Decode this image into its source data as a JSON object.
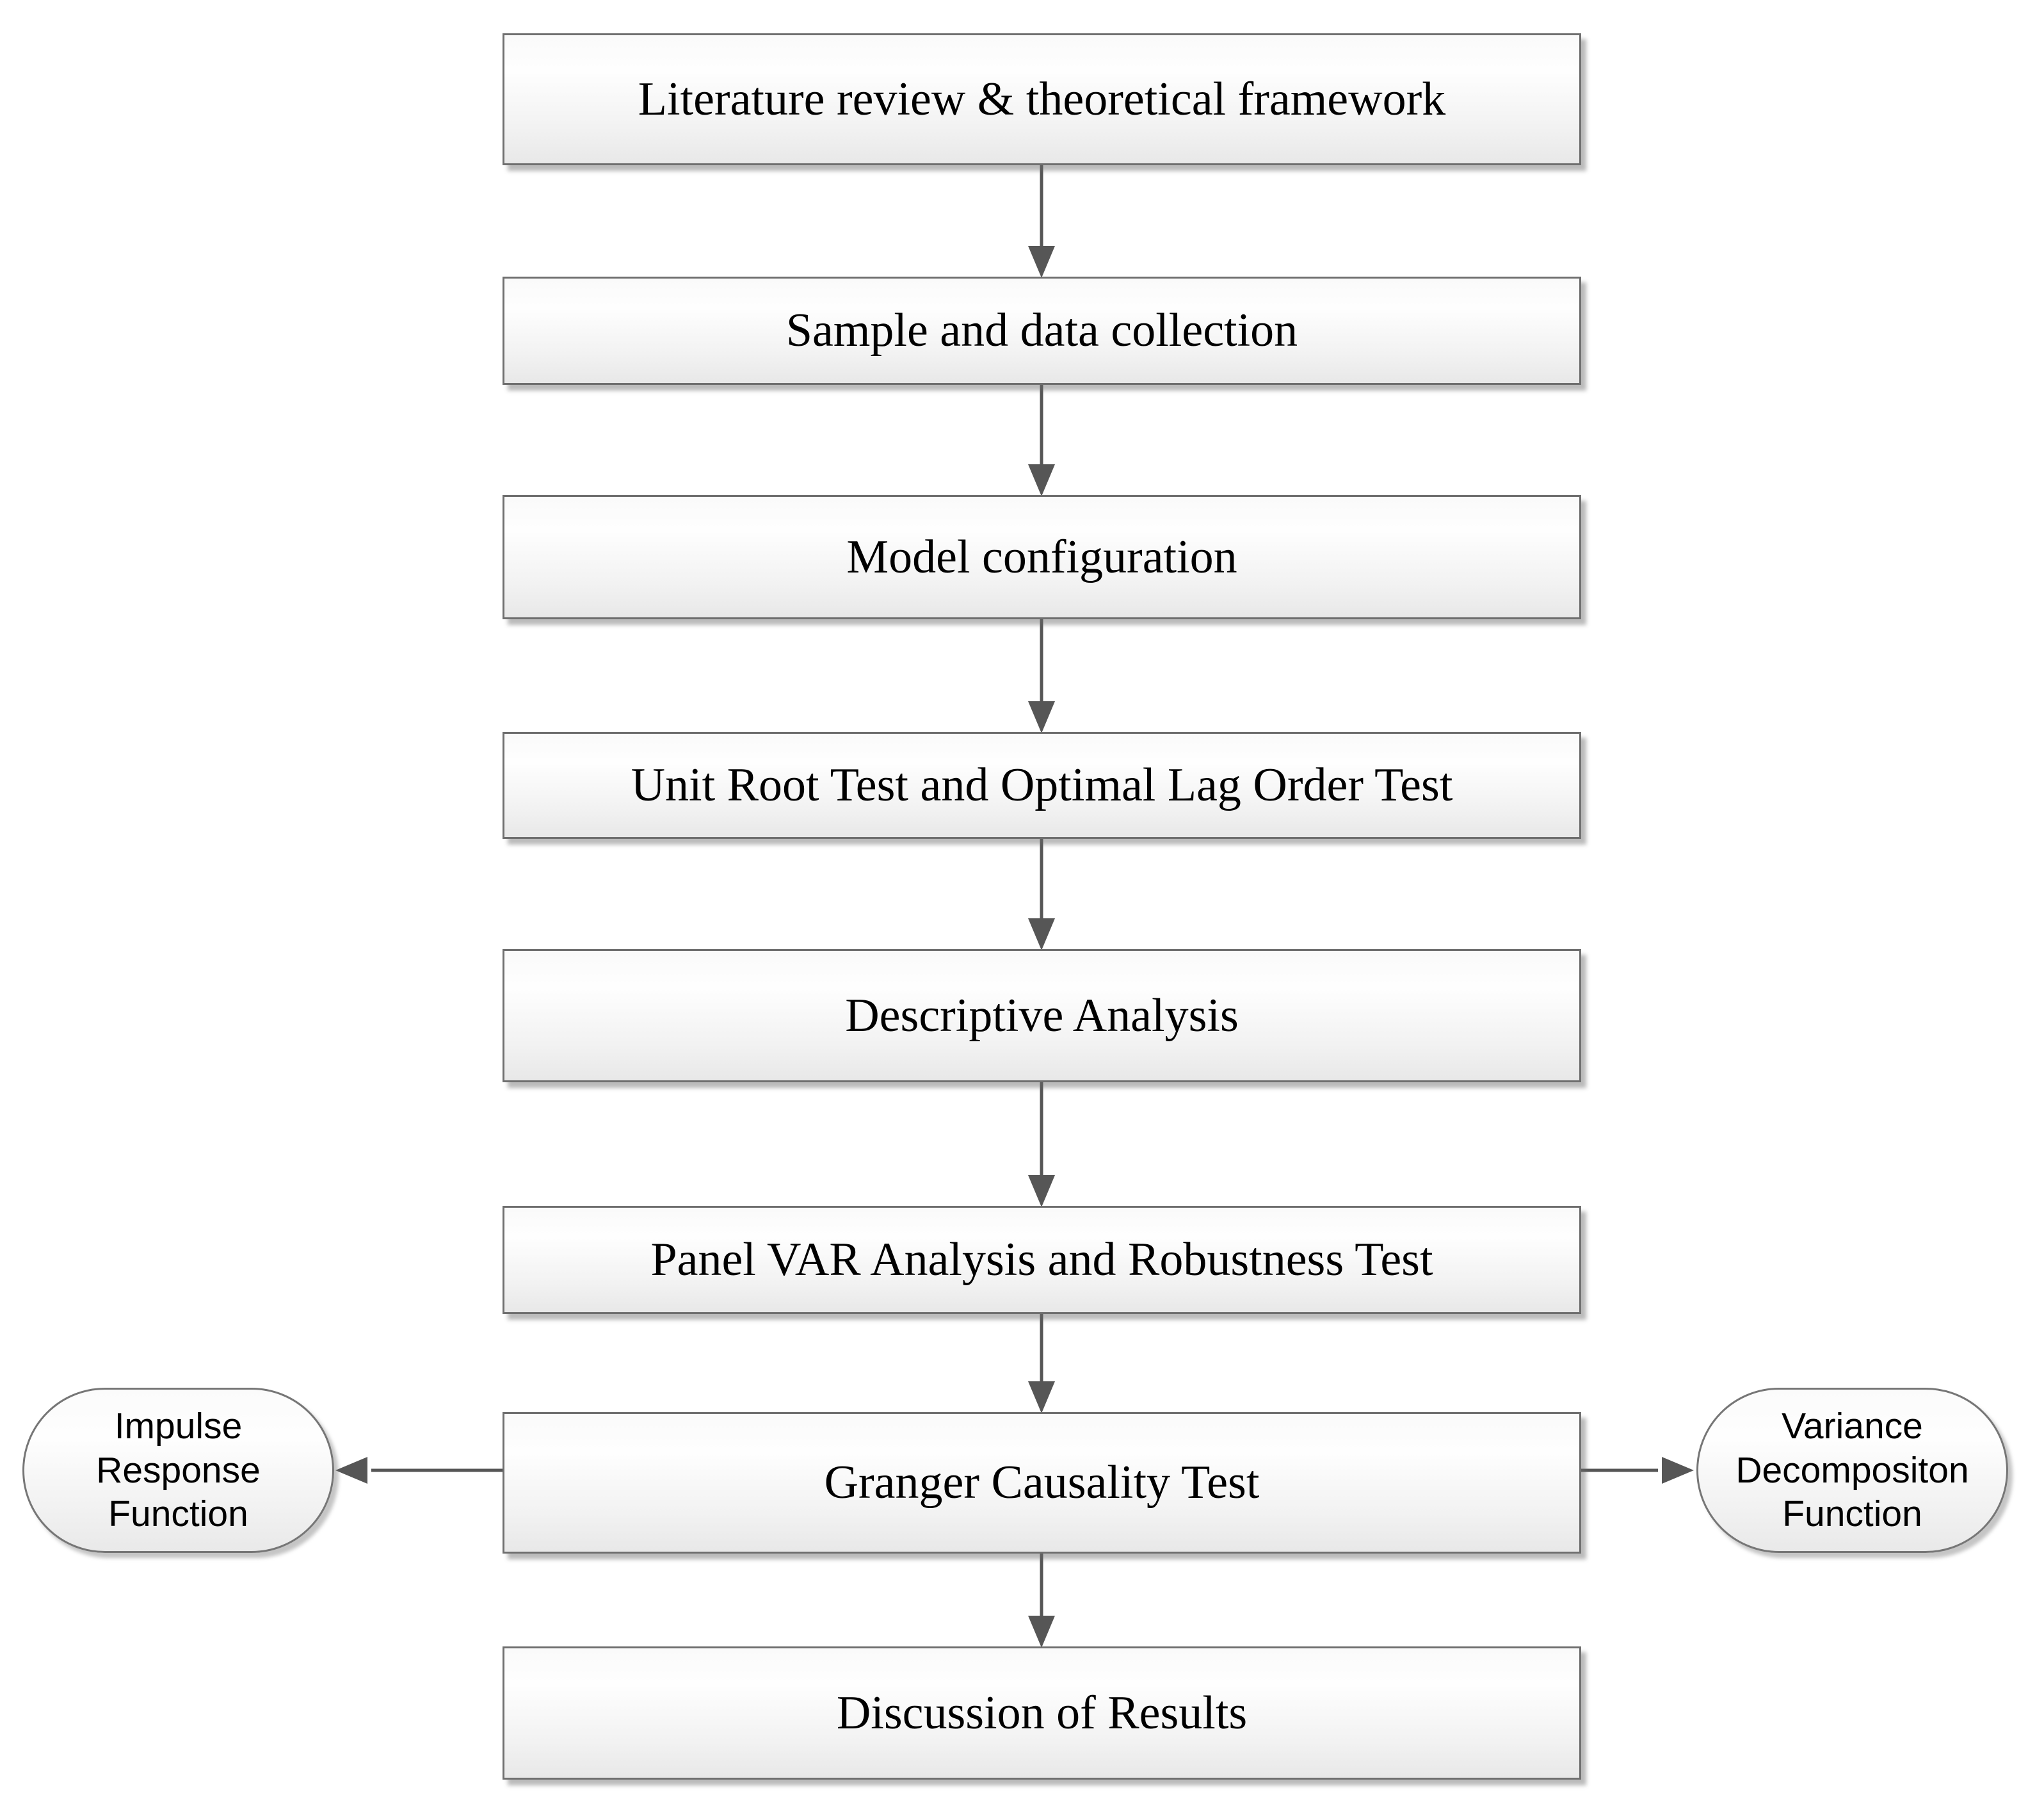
{
  "diagram": {
    "type": "flowchart",
    "nodes": [
      {
        "id": "literature-review",
        "label": "Literature review & theoretical framework"
      },
      {
        "id": "sample-data",
        "label": "Sample and data collection"
      },
      {
        "id": "model-configuration",
        "label": "Model configuration"
      },
      {
        "id": "unit-root-test",
        "label": "Unit Root Test and Optimal Lag Order Test"
      },
      {
        "id": "descriptive-analysis",
        "label": "Descriptive Analysis"
      },
      {
        "id": "panel-var",
        "label": "Panel VAR Analysis and Robustness Test"
      },
      {
        "id": "granger-test",
        "label": "Granger Causality Test"
      },
      {
        "id": "discussion",
        "label": "Discussion of Results"
      }
    ],
    "side_nodes": [
      {
        "id": "impulse-response",
        "side": "left",
        "label": "Impulse Response Function"
      },
      {
        "id": "variance-decomposition",
        "side": "right",
        "label": "Variance Decompositon Function"
      }
    ],
    "flow": "top-to-bottom with two lateral branches from Granger Causality Test",
    "colors": {
      "node_border": "#6f6f6f",
      "node_fill_top": "#fafafa",
      "node_fill_bottom": "#e8e8e8",
      "arrow": "#565656",
      "text": "#000000",
      "background": "#ffffff"
    }
  }
}
